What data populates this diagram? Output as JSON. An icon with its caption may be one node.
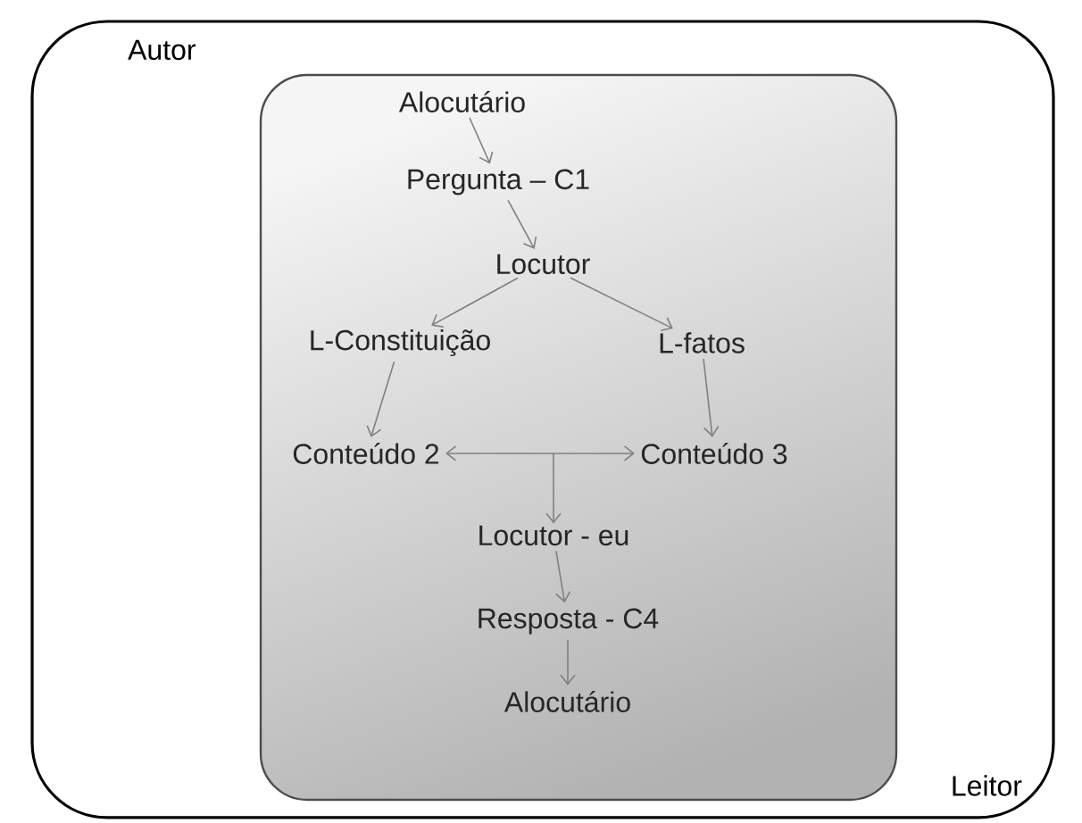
{
  "diagram": {
    "nodes": [
      {
        "text": [
          "Autor",
          "Leitor"
        ]
      },
      {
        "text": [],
        "shape": "box",
        "in": 0
      },
      {
        "text": [
          "Alocutário"
        ],
        "in": 1
      },
      {
        "text": [
          "Pergunta – C1"
        ],
        "in": 1
      },
      {
        "text": [
          "Locutor"
        ],
        "in": 1
      },
      {
        "text": [
          "L-Constituição"
        ],
        "in": 1
      },
      {
        "text": [
          "L-fatos"
        ],
        "in": 1
      },
      {
        "text": [
          "Conteúdo 2"
        ],
        "in": 1
      },
      {
        "text": [
          "Conteúdo 3"
        ],
        "in": 1
      },
      {
        "text": [
          "Locutor - eu"
        ],
        "in": 1
      },
      {
        "text": [
          "Resposta - C4"
        ],
        "in": 1
      },
      {
        "text": [
          "Alocutário"
        ],
        "in": 1
      }
    ],
    "edges": [
      {
        "from": 2,
        "to": 3,
        "arrow": "to"
      },
      {
        "from": 3,
        "to": 4,
        "arrow": "to"
      },
      {
        "from": 4,
        "to": 5,
        "arrow": "to"
      },
      {
        "from": 4,
        "to": 6,
        "arrow": "to"
      },
      {
        "from": 5,
        "to": 7,
        "arrow": "to"
      },
      {
        "from": 6,
        "to": 8,
        "arrow": "to"
      },
      {
        "from": 7,
        "to": 8,
        "arrow": "both"
      },
      {
        "from": null,
        "to": 9,
        "arrow": "to"
      },
      {
        "from": 9,
        "to": 10,
        "arrow": "to"
      },
      {
        "from": 10,
        "to": 11,
        "arrow": "to"
      }
    ]
  }
}
